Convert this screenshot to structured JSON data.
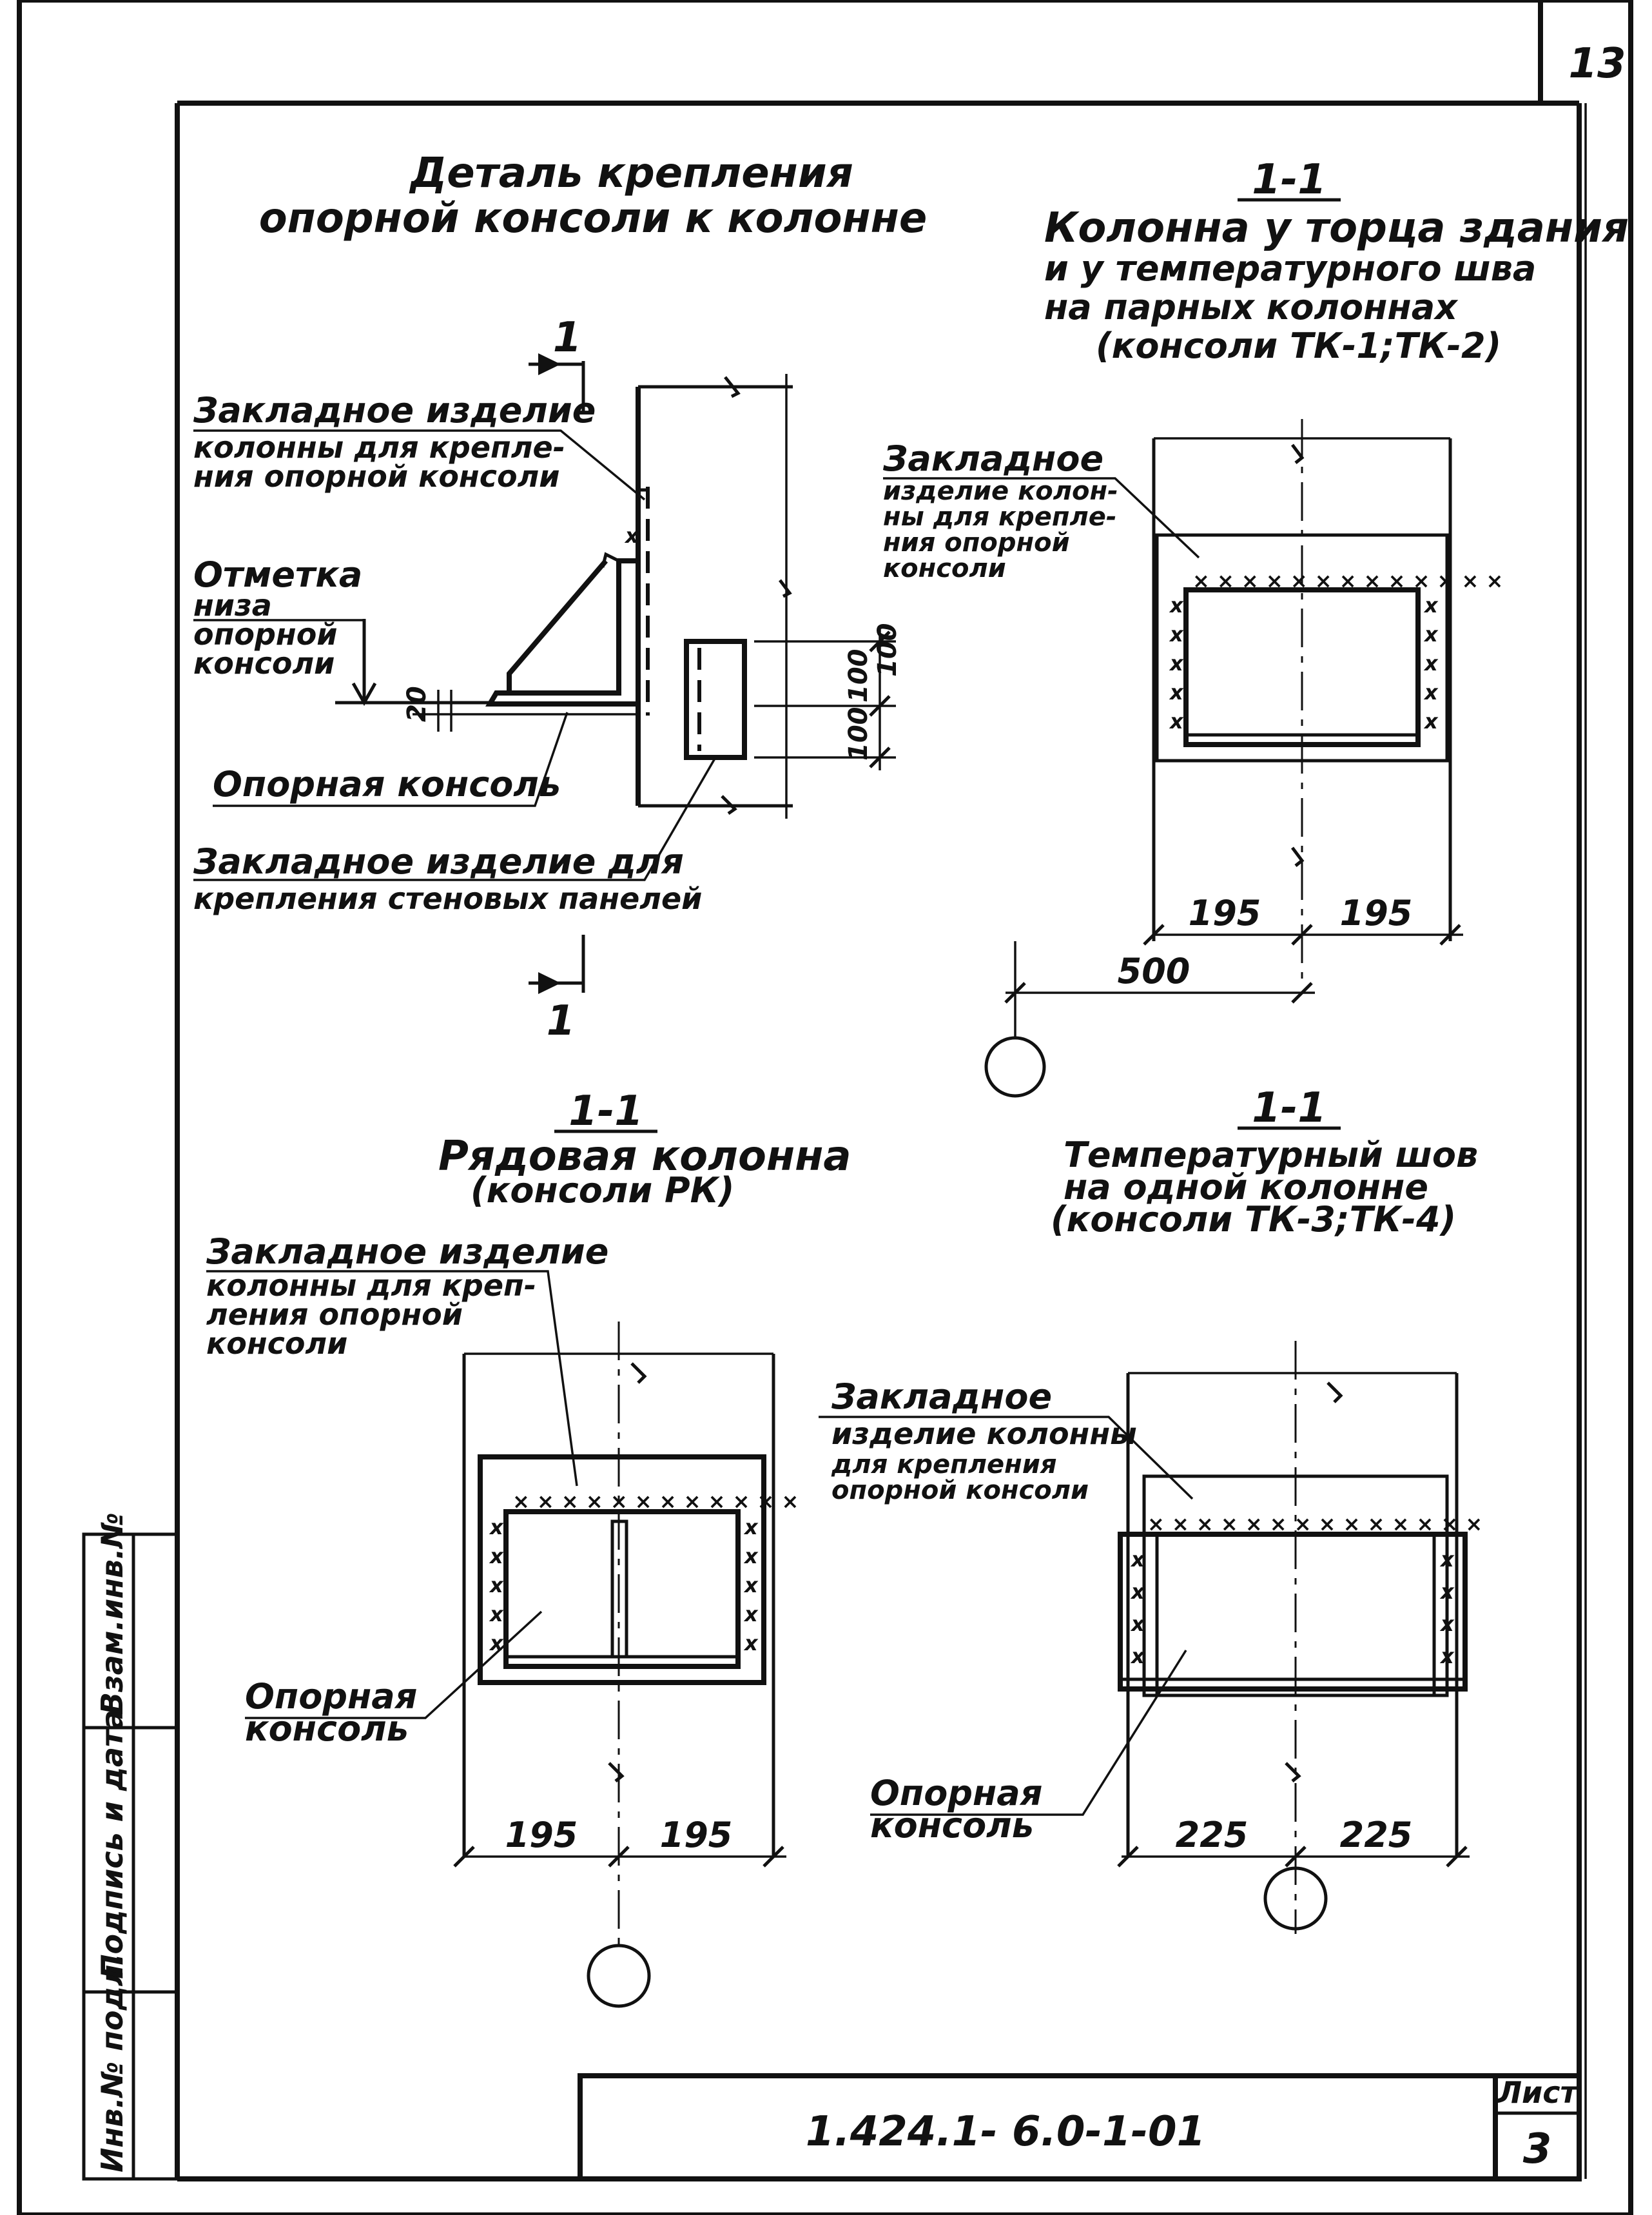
{
  "sheet": {
    "page_number": "13",
    "document_code": "1.424.1- 6.0-1-01",
    "sheet_label": "Лист",
    "sheet_number": "3"
  },
  "side_stamp": {
    "inv_podl": "Инв.№ подл.",
    "podpis_data": "Подпись и дата",
    "vzam_inv": "Взам.инв.№"
  },
  "detail": {
    "title_line1": "Деталь крепления",
    "title_line2": "опорной консоли к колонне",
    "section_mark": "1",
    "callout_embed_col_1": "Закладное изделие",
    "callout_embed_col_2": "колонны для крепле-",
    "callout_embed_col_3": "ния опорной консоли",
    "callout_level_1": "Отметка",
    "callout_level_2": "низа",
    "callout_level_3": "опорной",
    "callout_level_4": "консоли",
    "callout_console": "Опорная консоль",
    "callout_embed_wall_1": "Закладное изделие для",
    "callout_embed_wall_2": "крепления стеновых панелей",
    "dim_20": "20",
    "dim_100_a": "100",
    "dim_100_b": "100",
    "dim_100_c": "100"
  },
  "section_tr": {
    "mark": "1-1",
    "title_1": "Колонна у торца здания",
    "title_2": "и у температурного шва",
    "title_3": "на парных колоннах",
    "title_4": "(консоли ТК-1;ТК-2)",
    "callout_1": "Закладное",
    "callout_2": "изделие колон-",
    "callout_3": "ны для крепле-",
    "callout_4": "ния опорной",
    "callout_5": "консоли",
    "dim_left": "195",
    "dim_right": "195",
    "dim_500": "500"
  },
  "section_bl": {
    "mark": "1-1",
    "title_1": "Рядовая колонна",
    "title_2": "(консоли РК)",
    "callout_embed_1": "Закладное изделие",
    "callout_embed_2": "колонны для креп-",
    "callout_embed_3": "ления опорной",
    "callout_embed_4": "консоли",
    "callout_console_1": "Опорная",
    "callout_console_2": "консоль",
    "dim_left": "195",
    "dim_right": "195"
  },
  "section_br": {
    "mark": "1-1",
    "title_1": "Температурный шов",
    "title_2": "на одной колонне",
    "title_3": "(консоли ТК-3;ТК-4)",
    "callout_embed_1": "Закладное",
    "callout_embed_2": "изделие колонны",
    "callout_embed_3": "для крепления",
    "callout_embed_4": "опорной консоли",
    "callout_console_1": "Опорная",
    "callout_console_2": "консоль",
    "dim_left": "225",
    "dim_right": "225"
  },
  "weld_mark": "x"
}
